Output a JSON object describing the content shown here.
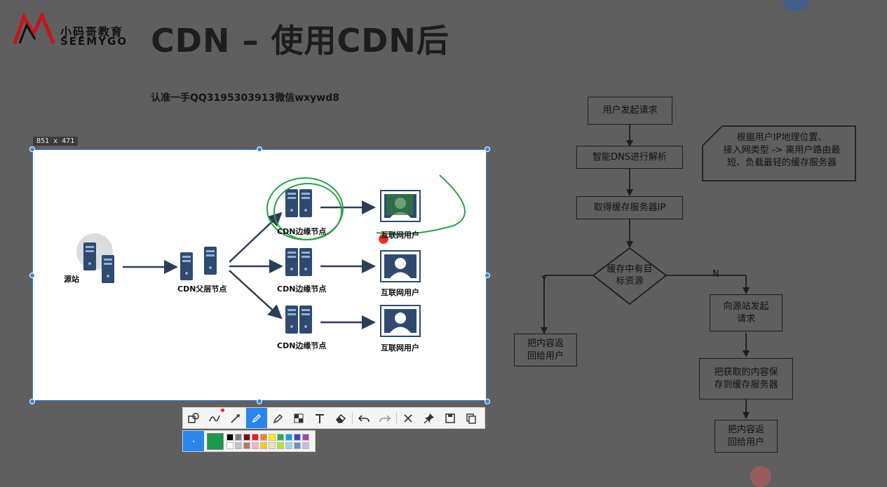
{
  "header": {
    "title": "CDN – 使用CDN后",
    "logo_cn": "小码哥教育",
    "logo_en": "SEEMYGO"
  },
  "watermark": "认准一手QQ3195303913微信wxywd8",
  "capture": {
    "size_label": "851 x 471",
    "diagram": {
      "origin_label": "源站",
      "parent_label": "CDN父层节点",
      "edge_labels": [
        "CDN边缘节点",
        "CDN边缘节点",
        "CDN边缘节点"
      ],
      "user_labels": [
        "互联网用户",
        "互联网用户",
        "互联网用户"
      ]
    }
  },
  "flowchart": {
    "step1": "用户发起请求",
    "step2": "智能DNS进行解析",
    "step3": "取得缓存服务器IP",
    "decision_line1": "缓存中有目",
    "decision_line2": "标资源",
    "yes_label": "Y",
    "no_label": "N",
    "yes_result_line1": "把内容返",
    "yes_result_line2": "回给用户",
    "no_step1_line1": "向源站发起",
    "no_step1_line2": "请求",
    "no_step2_line1": "把获取的内容保",
    "no_step2_line2": "存到缓存服务器",
    "no_step3_line1": "把内容返",
    "no_step3_line2": "回给用户",
    "note_line1": "根据用户IP地理位置、",
    "note_line2": "接入网类型 -> 离用户路由最",
    "note_line3": "短、负载最轻的缓存服务器"
  },
  "toolbar": {
    "tools": [
      "shape-icon",
      "curve-icon",
      "arrow-icon",
      "pen-icon",
      "marker-icon",
      "mosaic-icon",
      "text-icon",
      "eraser-icon",
      "undo-icon",
      "redo-icon",
      "close-icon",
      "pin-icon",
      "save-icon",
      "copy-icon"
    ],
    "active_tool": "pen-icon",
    "active_color": "#1a9a4a",
    "palette_colors": [
      "#000000",
      "#7f7f7f",
      "#880015",
      "#ed1c24",
      "#ff7f27",
      "#fff200",
      "#22b14c",
      "#00a2e8",
      "#3f48cc",
      "#a349a4",
      "#ffffff",
      "#c3c3c3",
      "#b97a57",
      "#ffaec9",
      "#ffc90e",
      "#efe4b0",
      "#b5e61d",
      "#99d9ea",
      "#7092be",
      "#c8bfe7"
    ]
  }
}
